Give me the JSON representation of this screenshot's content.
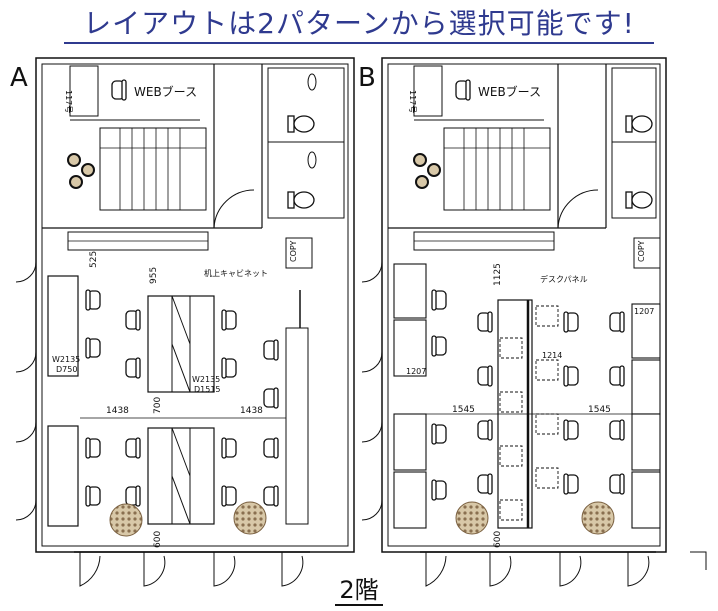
{
  "title": "レイアウトは2パターンから選択可能です!",
  "floor_label": "2階",
  "plan_a": {
    "letter": "A",
    "web_booth": "WEBブース",
    "booth_no": "117号",
    "copy": "COPY",
    "cabinet_label": "机上キャビネット",
    "dim_525": "525",
    "dim_955": "955",
    "dim_1438_left": "1438",
    "dim_1438_right": "1438",
    "dim_700": "700",
    "dim_600": "600",
    "desk_w": "W2135",
    "desk_d": "D750",
    "desk2_w": "W2135",
    "desk2_d": "D1515"
  },
  "plan_b": {
    "letter": "B",
    "web_booth": "WEBブース",
    "booth_no": "117号",
    "copy": "COPY",
    "panel_label": "デスクパネル",
    "dim_1125": "1125",
    "dim_1207_left": "1207",
    "dim_1207_right": "1207",
    "dim_1214": "1214",
    "dim_1545_left": "1545",
    "dim_1545_right": "1545",
    "dim_600": "600"
  }
}
